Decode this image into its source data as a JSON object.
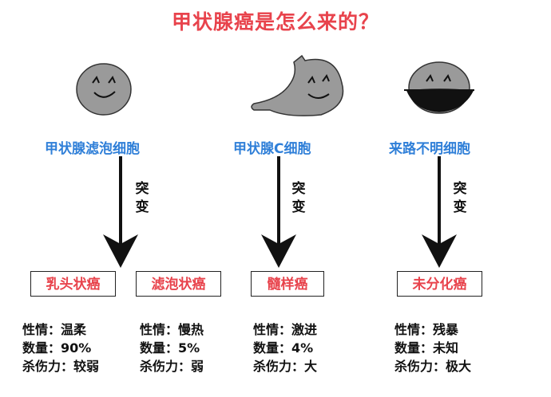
{
  "title": "甲状腺癌是怎么来的？",
  "mutation_label": [
    "突",
    "变"
  ],
  "cells": [
    {
      "label": "甲状腺滤泡细胞",
      "type": "follicular",
      "icon": "smiling-round-cell-icon"
    },
    {
      "label": "甲状腺C细胞",
      "type": "c-cell",
      "icon": "smiling-crescent-cell-icon"
    },
    {
      "label": "来路不明细胞",
      "type": "unknown",
      "icon": "smiling-masked-cell-icon"
    }
  ],
  "cancers": [
    {
      "name": "乳头状癌",
      "stats": [
        "性情：温柔",
        "数量：90%",
        "杀伤力：较弱"
      ]
    },
    {
      "name": "滤泡状癌",
      "stats": [
        "性情：慢热",
        "数量：5%",
        "杀伤力：弱"
      ]
    },
    {
      "name": "髓样癌",
      "stats": [
        "性情：激进",
        "数量：4%",
        "杀伤力：大"
      ]
    },
    {
      "name": "未分化癌",
      "stats": [
        "性情：残暴",
        "数量：未知",
        "杀伤力：极大"
      ]
    }
  ],
  "colors": {
    "title": "#e8434c",
    "cell_label": "#2f7fd8",
    "cancer_label": "#e8434c",
    "cell_fill": "#9a9a9a"
  }
}
